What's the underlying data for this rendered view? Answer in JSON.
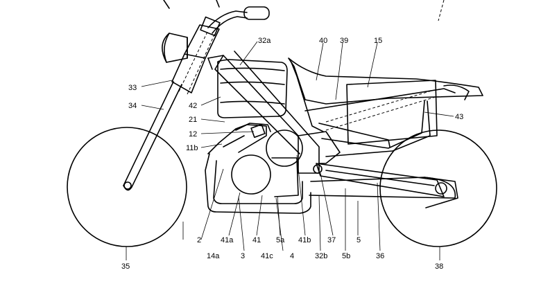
{
  "figure": {
    "reference_labels": [
      "32a",
      "40",
      "39",
      "15",
      "33",
      "34",
      "42",
      "21",
      "12",
      "11b",
      "43",
      "2",
      "41a",
      "41",
      "5a",
      "41b",
      "37",
      "5",
      "14a",
      "3",
      "41c",
      "4",
      "32b",
      "5b",
      "36",
      "35",
      "38"
    ]
  }
}
